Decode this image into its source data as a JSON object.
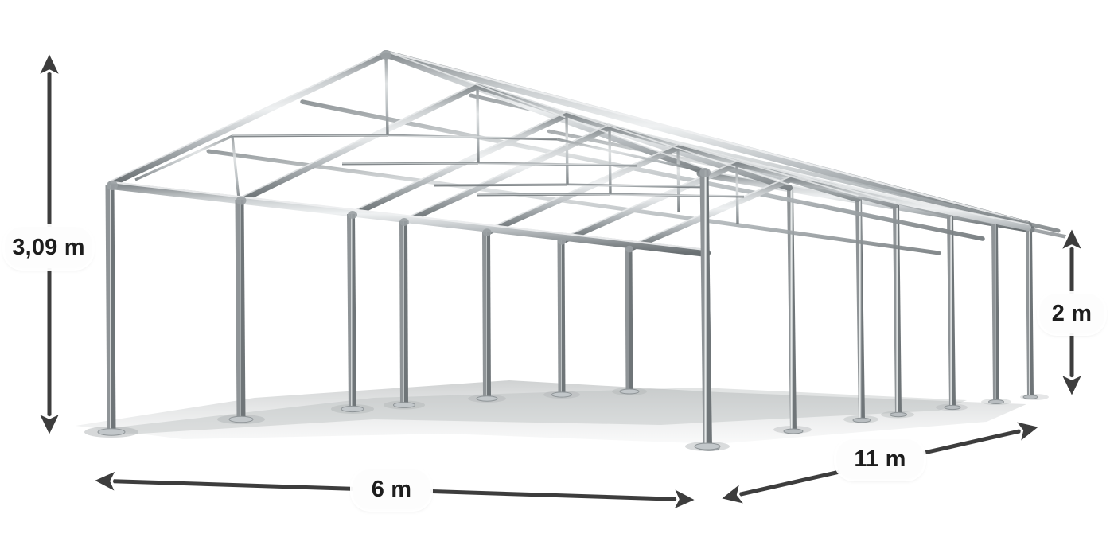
{
  "diagram": {
    "title": "Tent frame dimension diagram",
    "subject": "party-tent-steel-frame",
    "background_color": "#ffffff",
    "frame_color": "#9ea3a6",
    "frame_highlight_color": "#e8eaeb",
    "frame_shadow_color": "#6d7477",
    "arrow_color": "#3d3d3d",
    "arrow_outline_color": "#ffffff",
    "label_bg_color": "#fdfdfd",
    "label_text_color": "#1d1d1d",
    "ground_shadow_color": "#b9bcbd"
  },
  "dimensions": {
    "height_front": {
      "value": "3,09 m",
      "name": "ridge-height",
      "orientation": "vertical",
      "arrow_heads": "up-down",
      "unit": "m",
      "number": "3,09"
    },
    "height_side": {
      "value": "2 m",
      "name": "eave-height",
      "orientation": "vertical",
      "arrow_heads": "up-down",
      "unit": "m",
      "number": "2"
    },
    "width": {
      "value": "6 m",
      "name": "width",
      "orientation": "horizontal",
      "arrow_heads": "left-right",
      "unit": "m",
      "number": "6"
    },
    "depth": {
      "value": "11 m",
      "name": "length",
      "orientation": "diagonal",
      "arrow_heads": "left-right",
      "unit": "m",
      "number": "11"
    }
  },
  "structure": {
    "bays": 8,
    "front_posts": 8,
    "rear_posts": 8,
    "roof_type": "gable",
    "material": "galvanised-steel-tube"
  }
}
